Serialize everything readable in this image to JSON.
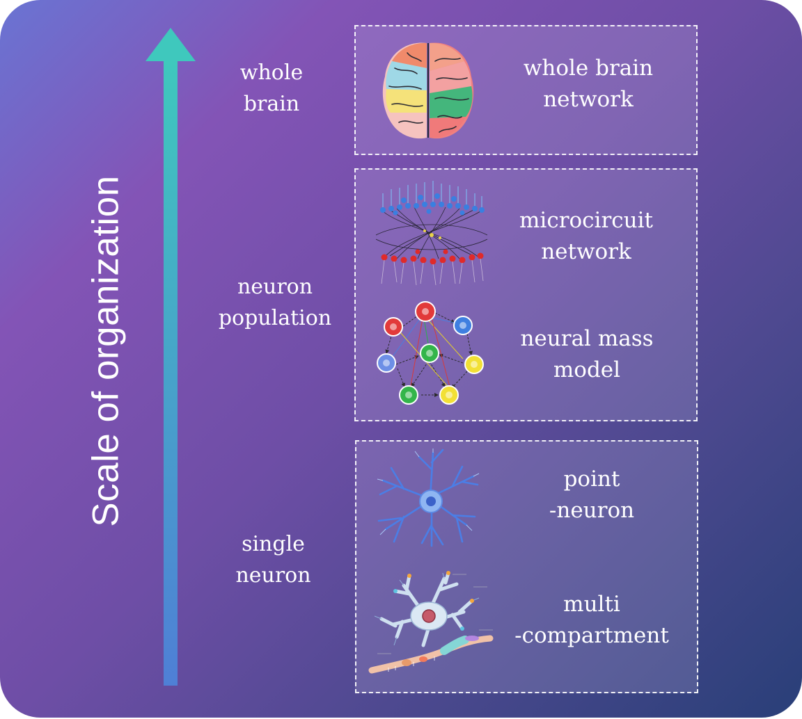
{
  "axis": {
    "title": "Scale of organization"
  },
  "levels": {
    "whole_brain": {
      "line1": "whole",
      "line2": "brain"
    },
    "neuron_population": {
      "line1": "neuron",
      "line2": "population"
    },
    "single_neuron": {
      "line1": "single",
      "line2": "neuron"
    }
  },
  "models": {
    "whole_brain_network": {
      "line1": "whole brain",
      "line2": "network"
    },
    "microcircuit_network": {
      "line1": "microcircuit",
      "line2": "network"
    },
    "neural_mass_model": {
      "line1": "neural mass",
      "line2": "model"
    },
    "point_neuron": {
      "line1": "point",
      "line2": "-neuron"
    },
    "multi_compartment": {
      "line1": "multi",
      "line2": "-compartment"
    }
  },
  "colors": {
    "arrow_top": "#3fc8bd",
    "arrow_bottom": "#4f7fd6",
    "node_red": "#e23a3a",
    "node_blue": "#3f7fe0",
    "node_green": "#33b54a",
    "node_yellow": "#f2e035"
  }
}
